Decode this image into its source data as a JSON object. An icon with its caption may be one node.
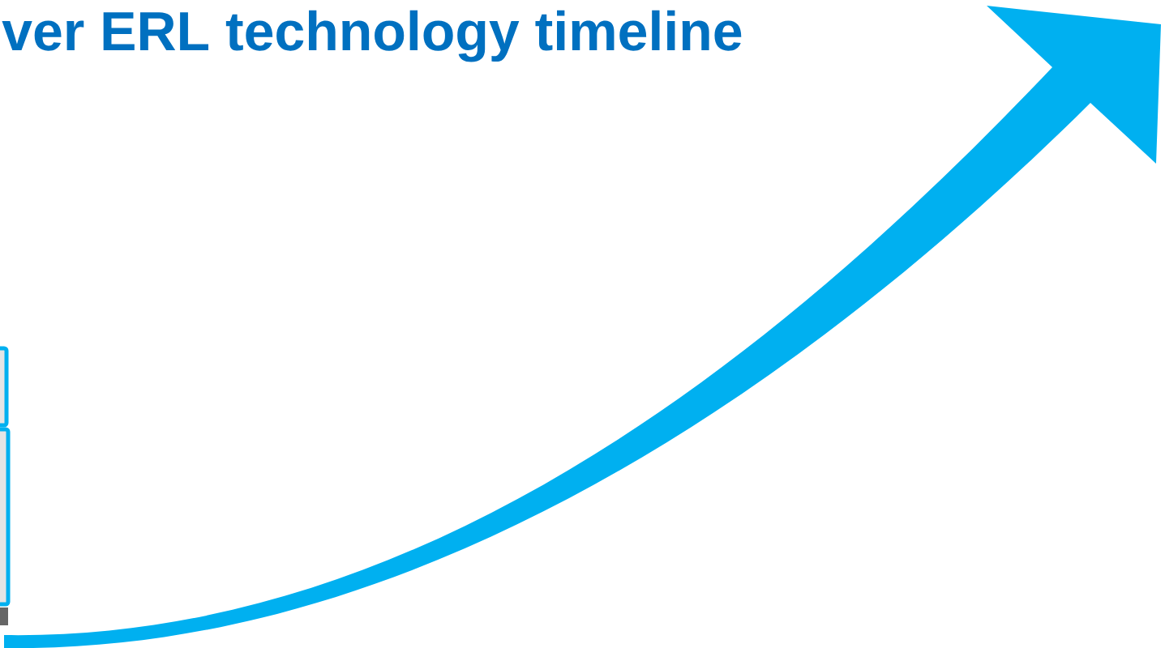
{
  "diagram": {
    "title": "ver ERL technology timeline",
    "nodes": [
      {
        "text": [],
        "shape": "box"
      },
      {
        "text": [],
        "shape": "box"
      }
    ]
  }
}
